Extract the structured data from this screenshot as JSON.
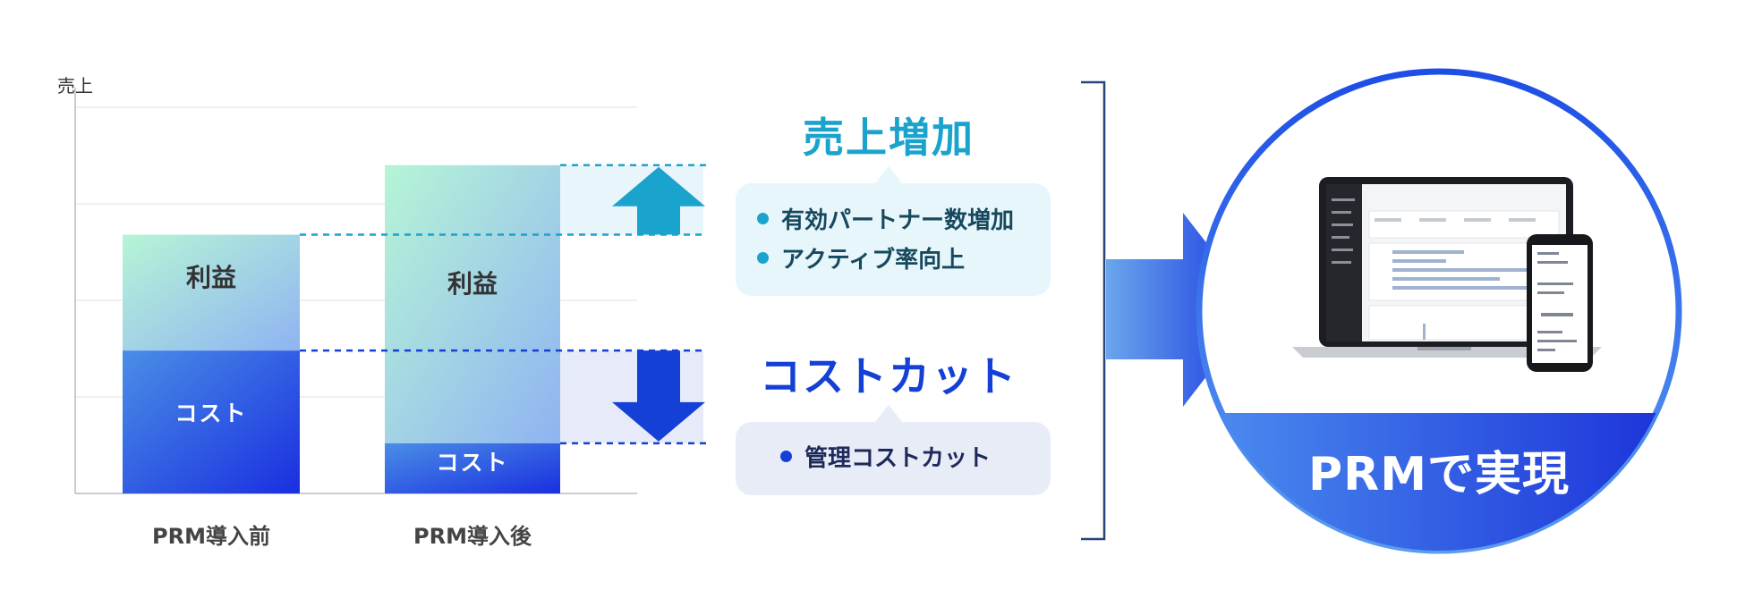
{
  "chart_data": {
    "type": "bar",
    "stacked": true,
    "ylabel": "売上",
    "categories": [
      "PRM導入前",
      "PRM導入後"
    ],
    "series": [
      {
        "name": "コスト",
        "values": [
          37,
          13
        ]
      },
      {
        "name": "利益",
        "values": [
          30,
          72
        ]
      }
    ],
    "segment_labels": {
      "profit": "利益",
      "cost": "コスト"
    },
    "ylim": [
      0,
      100
    ],
    "grid": true
  },
  "revenue_increase": {
    "title": "売上増加",
    "items": [
      "有効パートナー数増加",
      "アクティブ率向上"
    ]
  },
  "cost_cut": {
    "title": "コストカット",
    "items": [
      "管理コストカット"
    ]
  },
  "result": {
    "caption": "PRMで実現",
    "icon": "laptop-and-smartphone-dashboard"
  },
  "colors": {
    "revenue_accent": "#1aa3cc",
    "cost_accent": "#1540d6",
    "circle_border": "#2563eb"
  }
}
